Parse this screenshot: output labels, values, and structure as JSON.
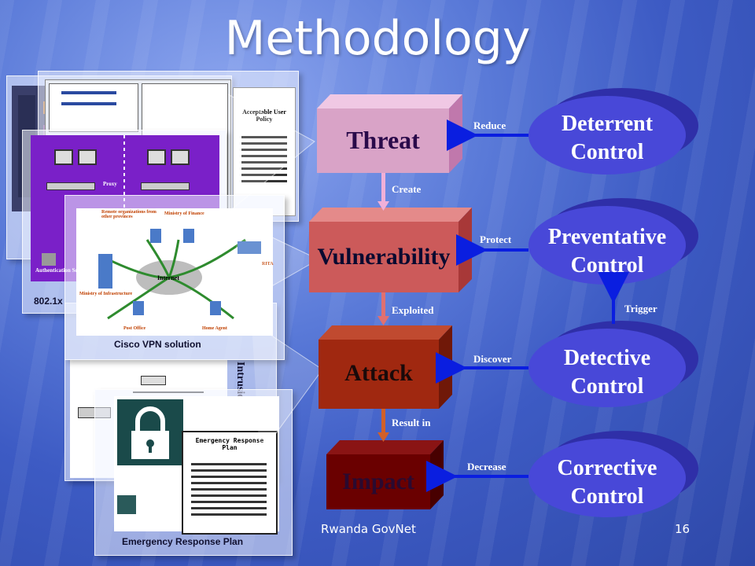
{
  "slide": {
    "title": "Methodology",
    "footer_text": "Rwanda GovNet",
    "page_number": "16"
  },
  "collage": {
    "label_8021x": "802.1x",
    "label_vpn": "Cisco VPN solution",
    "label_ids": "Intrusion Detection System",
    "label_erp": "Emergency Response Plan",
    "erp_doc_heading": "Emergency Response Plan",
    "aup_doc_heading": "Acceptable User Policy",
    "authentication_server": "Authentication Server",
    "proxy": "Proxy",
    "vpn_nodes": {
      "internet": "Internet",
      "remote_orgs": "Remote organizations from other provinces",
      "ministry_finance": "Ministry of Finance",
      "ministry_infrastructure": "Ministry of Infrastructure",
      "post_office": "Post Office",
      "home_agent": "Home Agent",
      "rita": "RITA"
    }
  },
  "chain": {
    "threat": "Threat",
    "vulnerability": "Vulnerability",
    "attack": "Attack",
    "impact": "Impact",
    "create": "Create",
    "exploited": "Exploited",
    "result_in": "Result in"
  },
  "controls": {
    "deterrent": [
      "Deterrent",
      "Control"
    ],
    "preventative": [
      "Preventative",
      "Control"
    ],
    "detective": [
      "Detective",
      "Control"
    ],
    "corrective": [
      "Corrective",
      "Control"
    ],
    "reduce": "Reduce",
    "protect": "Protect",
    "trigger": "Trigger",
    "discover": "Discover",
    "decrease": "Decrease"
  },
  "colors": {
    "threat": "#d9a3c7",
    "vulnerability": "#cc5a5a",
    "attack": "#a02810",
    "impact": "#6a0000",
    "control_oval": "#3f3fc8",
    "arrow_blue": "#0a1ee0",
    "arrow_pink": "#f0b0d8",
    "arrow_orange": "#d0602a"
  }
}
